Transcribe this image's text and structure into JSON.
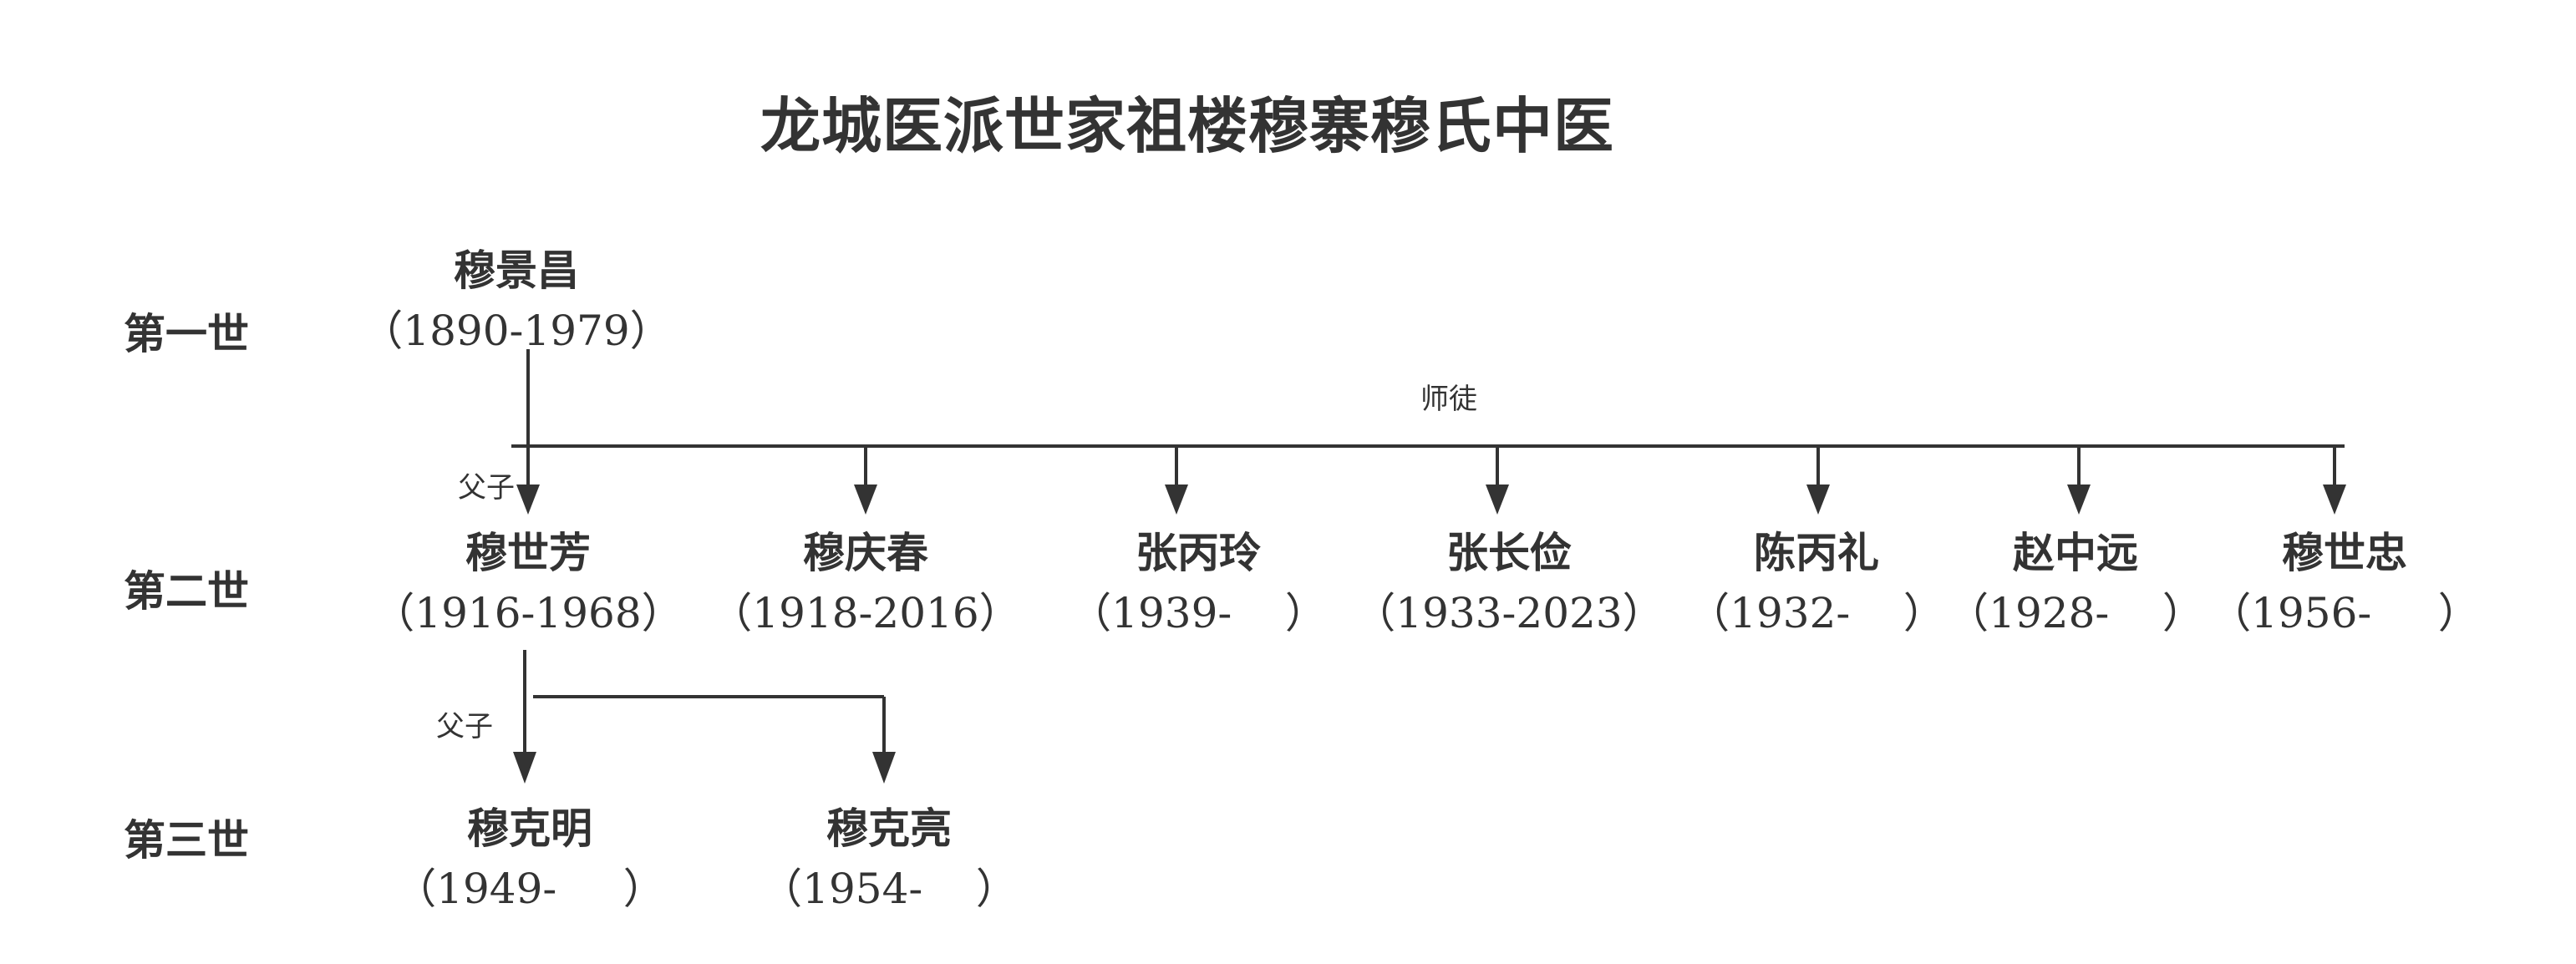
{
  "title": "龙城医派世家祖楼穆寨穆氏中医",
  "generations": {
    "g1": "第一世",
    "g2": "第二世",
    "g3": "第三世"
  },
  "relations": {
    "master_apprentice": "师徒",
    "father_son_1": "父子",
    "father_son_2": "父子"
  },
  "people": {
    "mu_jingchang": {
      "name": "穆景昌",
      "years": "（1890-1979）"
    },
    "mu_shifang": {
      "name": "穆世芳",
      "years": "（1916-1968）"
    },
    "mu_qingchun": {
      "name": "穆庆春",
      "years": "（1918-2016）"
    },
    "zhang_bingling": {
      "name": "张丙玲",
      "years": "（1939-    ）"
    },
    "zhang_changjian": {
      "name": "张长俭",
      "years": "（1933-2023）"
    },
    "chen_bingli": {
      "name": "陈丙礼",
      "years": "（1932-    ）"
    },
    "zhao_zhongyuan": {
      "name": "赵中远",
      "years": "（1928-    ）"
    },
    "mu_shizhong": {
      "name": "穆世忠",
      "years": "（1956-     ）"
    },
    "mu_keming": {
      "name": "穆克明",
      "years": "（1949-     ）"
    },
    "mu_keliang": {
      "name": "穆克亮",
      "years": "（1954-    ）"
    }
  },
  "colors": {
    "line": "#333333",
    "text": "#333333",
    "background": "#ffffff"
  }
}
